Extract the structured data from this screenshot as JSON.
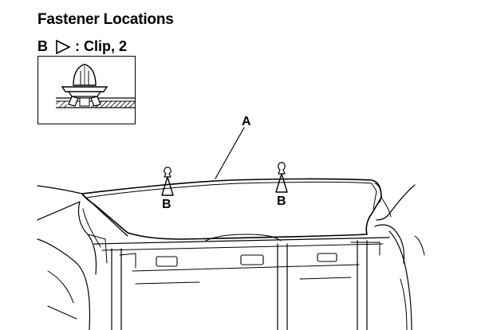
{
  "header": {
    "title": "Fastener Locations"
  },
  "legend": {
    "letter": "B",
    "text": ": Clip, 2",
    "icon": "triangle-marker-icon"
  },
  "callouts": {
    "a": "A",
    "b1": "B",
    "b2": "B"
  }
}
